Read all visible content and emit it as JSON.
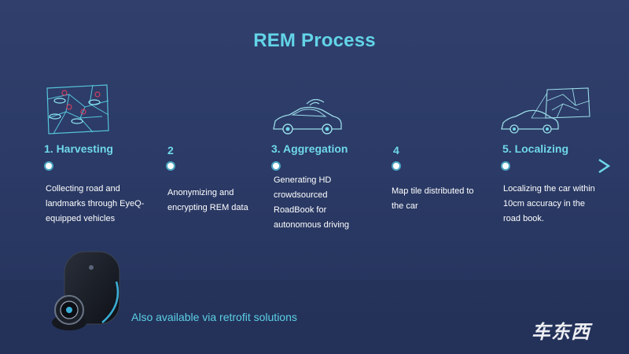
{
  "title": "REM Process",
  "colors": {
    "accent": "#63d4e8",
    "background": "#2e3d68",
    "text": "#ffffff"
  },
  "steps": [
    {
      "title": "1. Harvesting",
      "description": "Collecting road and landmarks through EyeQ-equipped vehicles",
      "icon": "map-icon"
    },
    {
      "title": "2",
      "description": "Anonymizing and encrypting REM data",
      "icon": ""
    },
    {
      "title": "3. Aggregation",
      "description": "Generating HD crowdsourced RoadBook for autonomous driving",
      "icon": "connected-car-icon"
    },
    {
      "title": "4",
      "description": "Map  tile distributed to the car",
      "icon": ""
    },
    {
      "title": "5. Localizing",
      "description": "Localizing the car within 10cm accuracy in the road book.",
      "icon": "car-map-icon"
    }
  ],
  "retrofit_text": "Also available via retrofit solutions",
  "watermark": "车东西"
}
